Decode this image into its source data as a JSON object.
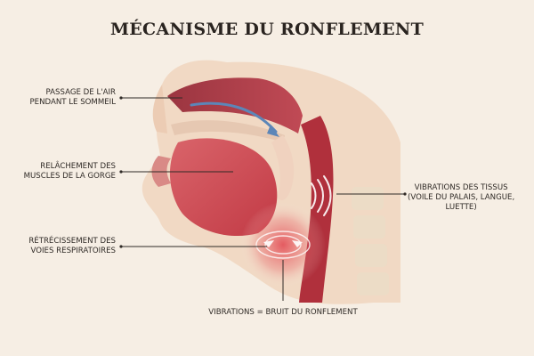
{
  "title": "MÉCANISME DU RONFLEMENT",
  "labels": {
    "air_passage": [
      "PASSAGE DE L'AIR",
      "PENDANT LE SOMMEIL"
    ],
    "muscle_relax": [
      "RELÂCHEMENT DES",
      "MUSCLES DE LA GORGE"
    ],
    "narrowing": [
      "RÉTRÉCISSEMENT DES",
      "VOIES RESPIRATOIRES"
    ],
    "tissue_vibration": [
      "VIBRATIONS DES TISSUS",
      "(VOILE DU PALAIS, LANGUE,",
      "LUETTE)"
    ],
    "snoring_noise": "VIBRATIONS = BRUIT DU RONFLEMENT"
  },
  "colors": {
    "background": "#f6eee4",
    "skin": "#f1d9c4",
    "tissue": "#c9474f",
    "airway": "#b0303c",
    "air_arrow": "#5c86b8",
    "leader_line": "#2f2a26"
  },
  "icons": [
    "air-flow-arrow",
    "vibration-waves-icon",
    "narrowing-arrows-icon"
  ]
}
